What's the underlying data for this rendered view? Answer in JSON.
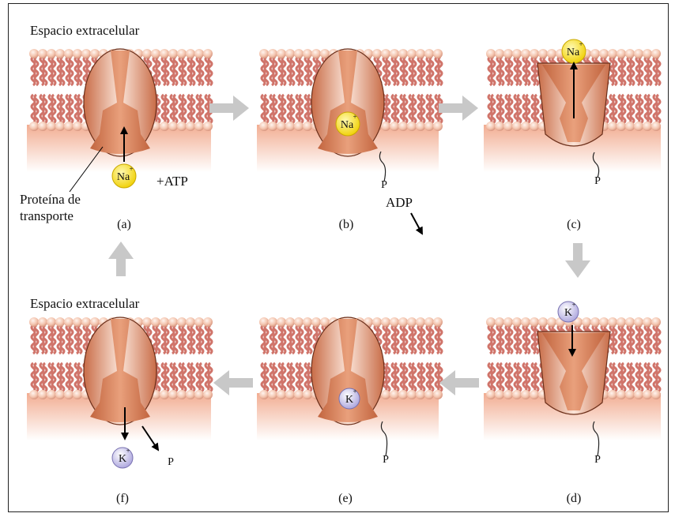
{
  "extracellular_top": "Espacio extracelular",
  "extracellular_bottom": "Espacio extracelular",
  "protein_label_line1": "Proteína de",
  "protein_label_line2": "transporte",
  "atp": "+ATP",
  "adp": "ADP",
  "ion_na": "Na",
  "ion_na_charge": "+",
  "ion_k": "K",
  "ion_k_charge": "+",
  "phosphate": "P",
  "steps": [
    "(a)",
    "(b)",
    "(c)",
    "(d)",
    "(e)",
    "(f)"
  ],
  "colors": {
    "head": "#f3c4ae",
    "head_edge": "#d28d76",
    "tail": "#d0746a",
    "cytoplasm": "#f3b69e",
    "protein": "#e8a483",
    "protein_dark": "#c26a45",
    "na": "#f3d718",
    "k": "#c9c5ee",
    "arrow": "#c8c8c8"
  }
}
